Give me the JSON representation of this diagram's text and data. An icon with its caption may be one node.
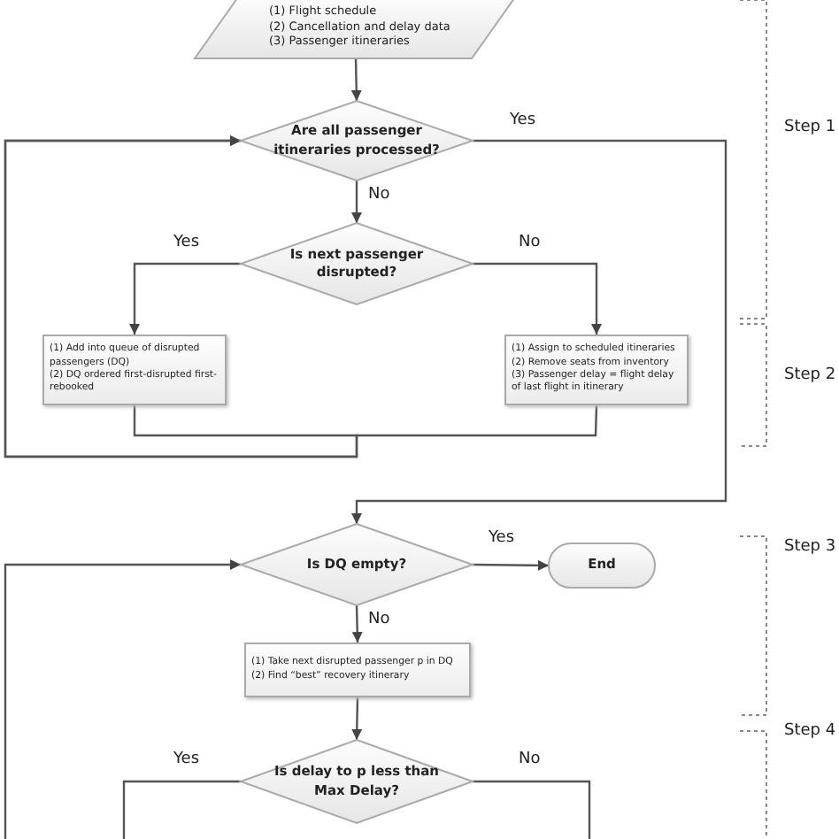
{
  "diagram": {
    "nodes": [
      {
        "text": [
          "(1) Flight schedule",
          "(2) Cancellation and delay data",
          "(3) Passenger itineraries"
        ]
      },
      {
        "text": [
          "Are all passenger itineraries processed?"
        ]
      },
      {
        "text": [
          "Is next passenger disrupted?"
        ]
      },
      {
        "text": [
          "(1) Add into queue of disrupted passengers (DQ)",
          "(2) DQ ordered first-disrupted first-rebooked"
        ]
      },
      {
        "text": [
          "(1) Assign to scheduled itineraries",
          "(2) Remove seats from inventory",
          "(3) Passenger delay = flight delay of last flight in itinerary"
        ]
      },
      {
        "text": [
          "Is DQ empty?"
        ]
      },
      {
        "text": [
          "End"
        ]
      },
      {
        "text": [
          "(1) Take next disrupted passenger p in DQ",
          "(2) Find “best” recovery itinerary"
        ]
      },
      {
        "text": [
          "Is delay to p less than Max Delay?"
        ]
      }
    ],
    "edges": [
      {
        "from": 0,
        "to": 1,
        "arrow": "to"
      },
      {
        "from": 1,
        "to": 5,
        "arrow": "to",
        "label": "Yes"
      },
      {
        "from": 1,
        "to": 2,
        "arrow": "to",
        "label": "No"
      },
      {
        "from": 2,
        "to": 3,
        "arrow": "to",
        "label": "Yes"
      },
      {
        "from": 2,
        "to": 4,
        "arrow": "to",
        "label": "No"
      },
      {
        "from": 3,
        "to": 1,
        "arrow": "to"
      },
      {
        "from": 4,
        "to": 1,
        "arrow": "to"
      },
      {
        "from": 5,
        "to": 6,
        "arrow": "to",
        "label": "Yes"
      },
      {
        "from": 5,
        "to": 7,
        "arrow": "to",
        "label": "No"
      },
      {
        "from": 7,
        "to": 8,
        "arrow": "to"
      },
      {
        "from": 8,
        "to": null,
        "arrow": "none",
        "label": "Yes"
      },
      {
        "from": 8,
        "to": null,
        "arrow": "none",
        "label": "No"
      },
      {
        "from": null,
        "to": 5,
        "arrow": "to"
      }
    ],
    "labels": [
      "Step 1",
      "Step 2",
      "Step 3",
      "Step 4"
    ]
  }
}
